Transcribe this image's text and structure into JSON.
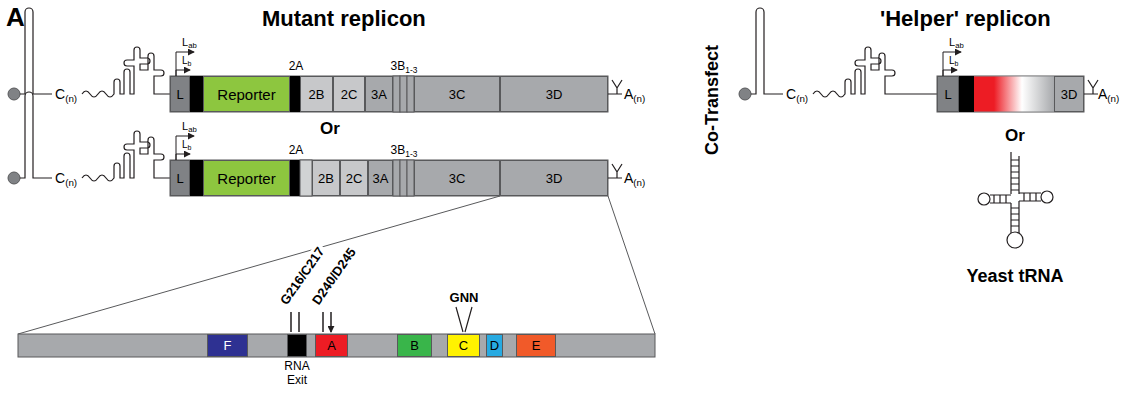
{
  "diagram": {
    "nodes": [
      {
        "text": [
          "L"
        ]
      },
      {
        "text": [
          "Reporter"
        ]
      },
      {
        "text": [
          "2B"
        ]
      },
      {
        "text": [
          "2C"
        ]
      },
      {
        "text": [
          "3A"
        ]
      },
      {
        "text": [
          "3C"
        ]
      },
      {
        "text": [
          "3D"
        ]
      },
      {
        "text": [
          "L"
        ]
      },
      {
        "text": [
          "3D"
        ]
      },
      {
        "text": [
          "L"
        ]
      },
      {
        "text": [
          "Reporter"
        ]
      },
      {
        "text": [
          "2B"
        ]
      },
      {
        "text": [
          "2C"
        ]
      },
      {
        "text": [
          "3A"
        ]
      },
      {
        "text": [
          "3C"
        ]
      },
      {
        "text": [
          "3D"
        ]
      },
      {
        "text": [
          "F"
        ]
      },
      {
        "text": [
          "RNA Exit"
        ]
      },
      {
        "text": [
          "A"
        ]
      },
      {
        "text": [
          "B"
        ]
      },
      {
        "text": [
          "C"
        ]
      },
      {
        "text": [
          "D"
        ]
      },
      {
        "text": [
          "E"
        ]
      }
    ],
    "labels": [
      "A",
      "Mutant replicon",
      "Lab",
      "Lb",
      "2A",
      "3B1-3",
      "C(n)",
      "A(n)",
      "Or",
      "Lab",
      "Lb",
      "2A",
      "3B1-3",
      "C(n)",
      "A(n)",
      "G216/C217",
      "D240/D245",
      "GNN",
      "Co-Transfect",
      "'Helper' replicon",
      "Lab",
      "Lb",
      "C(n)",
      "A(n)",
      "Or",
      "Yeast tRNA"
    ]
  }
}
